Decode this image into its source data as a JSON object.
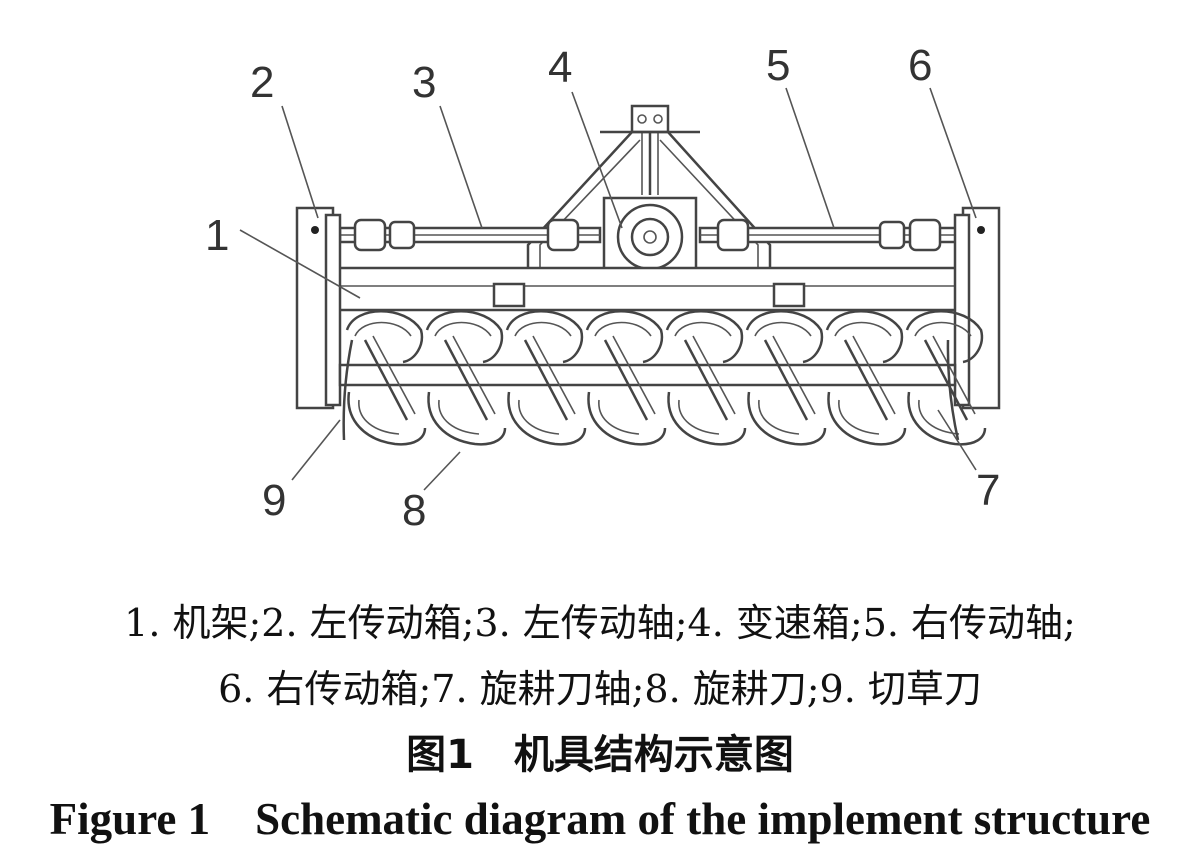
{
  "diagram": {
    "callouts": [
      "1",
      "2",
      "3",
      "4",
      "5",
      "6",
      "7",
      "8",
      "9"
    ]
  },
  "caption": {
    "legend_line1": "1. 机架;2. 左传动箱;3. 左传动轴;4. 变速箱;5. 右传动轴;",
    "legend_line2": "6. 右传动箱;7. 旋耕刀轴;8. 旋耕刀;9. 切草刀",
    "title_cn": "图1　机具结构示意图",
    "title_en": "Figure 1　Schematic diagram of the implement structure"
  }
}
